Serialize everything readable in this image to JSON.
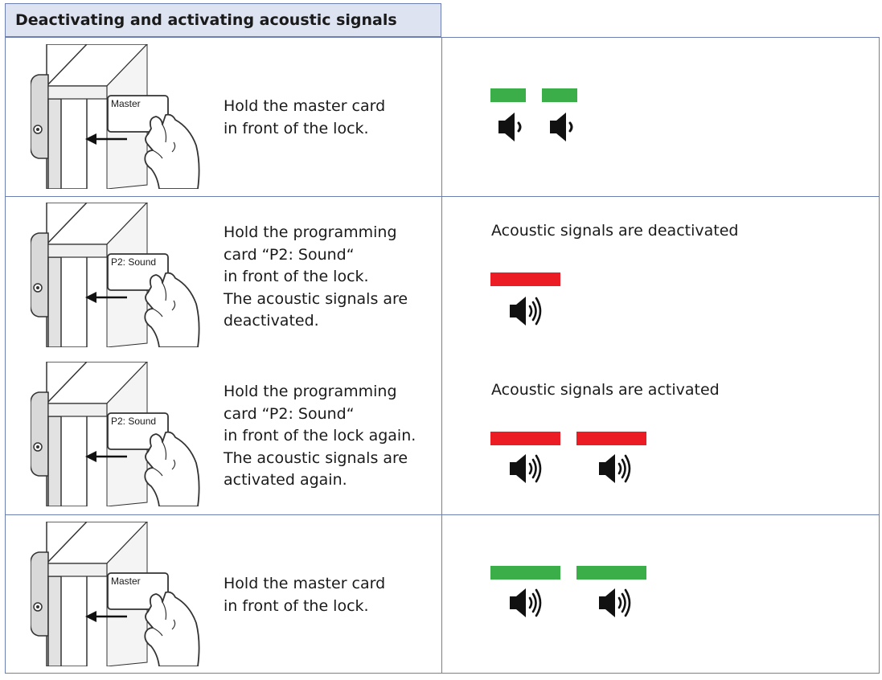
{
  "header": {
    "title": "Deactivating and activating acoustic signals"
  },
  "colors": {
    "green": "#3cae49",
    "red": "#ec1c24",
    "border": "#6c7fb0",
    "header_bg": "#dde3f0"
  },
  "steps": [
    {
      "card_label": "Master",
      "lines": [
        "Hold the master card",
        "in front of the lock."
      ]
    },
    {
      "card_label": "P2: Sound",
      "lines": [
        "Hold the programming",
        "card “P2: Sound“",
        "in front of the lock.",
        "The acoustic signals are",
        "deactivated."
      ]
    },
    {
      "card_label": "P2: Sound",
      "lines": [
        "Hold the programming",
        "card “P2: Sound“",
        "in front of the lock again.",
        "The acoustic signals are",
        "activated again."
      ]
    },
    {
      "card_label": "Master",
      "lines": [
        "Hold the master card",
        "in front of the lock."
      ]
    }
  ],
  "signals": [
    {
      "status": "",
      "color": "green",
      "count": 2,
      "speaker": "low-volume-icon"
    },
    {
      "status": "Acoustic signals are deactivated",
      "color": "red",
      "count": 1,
      "speaker": "loud-speaker-icon"
    },
    {
      "status": "Acoustic signals are activated",
      "color": "red",
      "count": 2,
      "speaker": "loud-speaker-icon"
    },
    {
      "status": "",
      "color": "green",
      "count": 2,
      "speaker": "loud-speaker-icon"
    }
  ]
}
